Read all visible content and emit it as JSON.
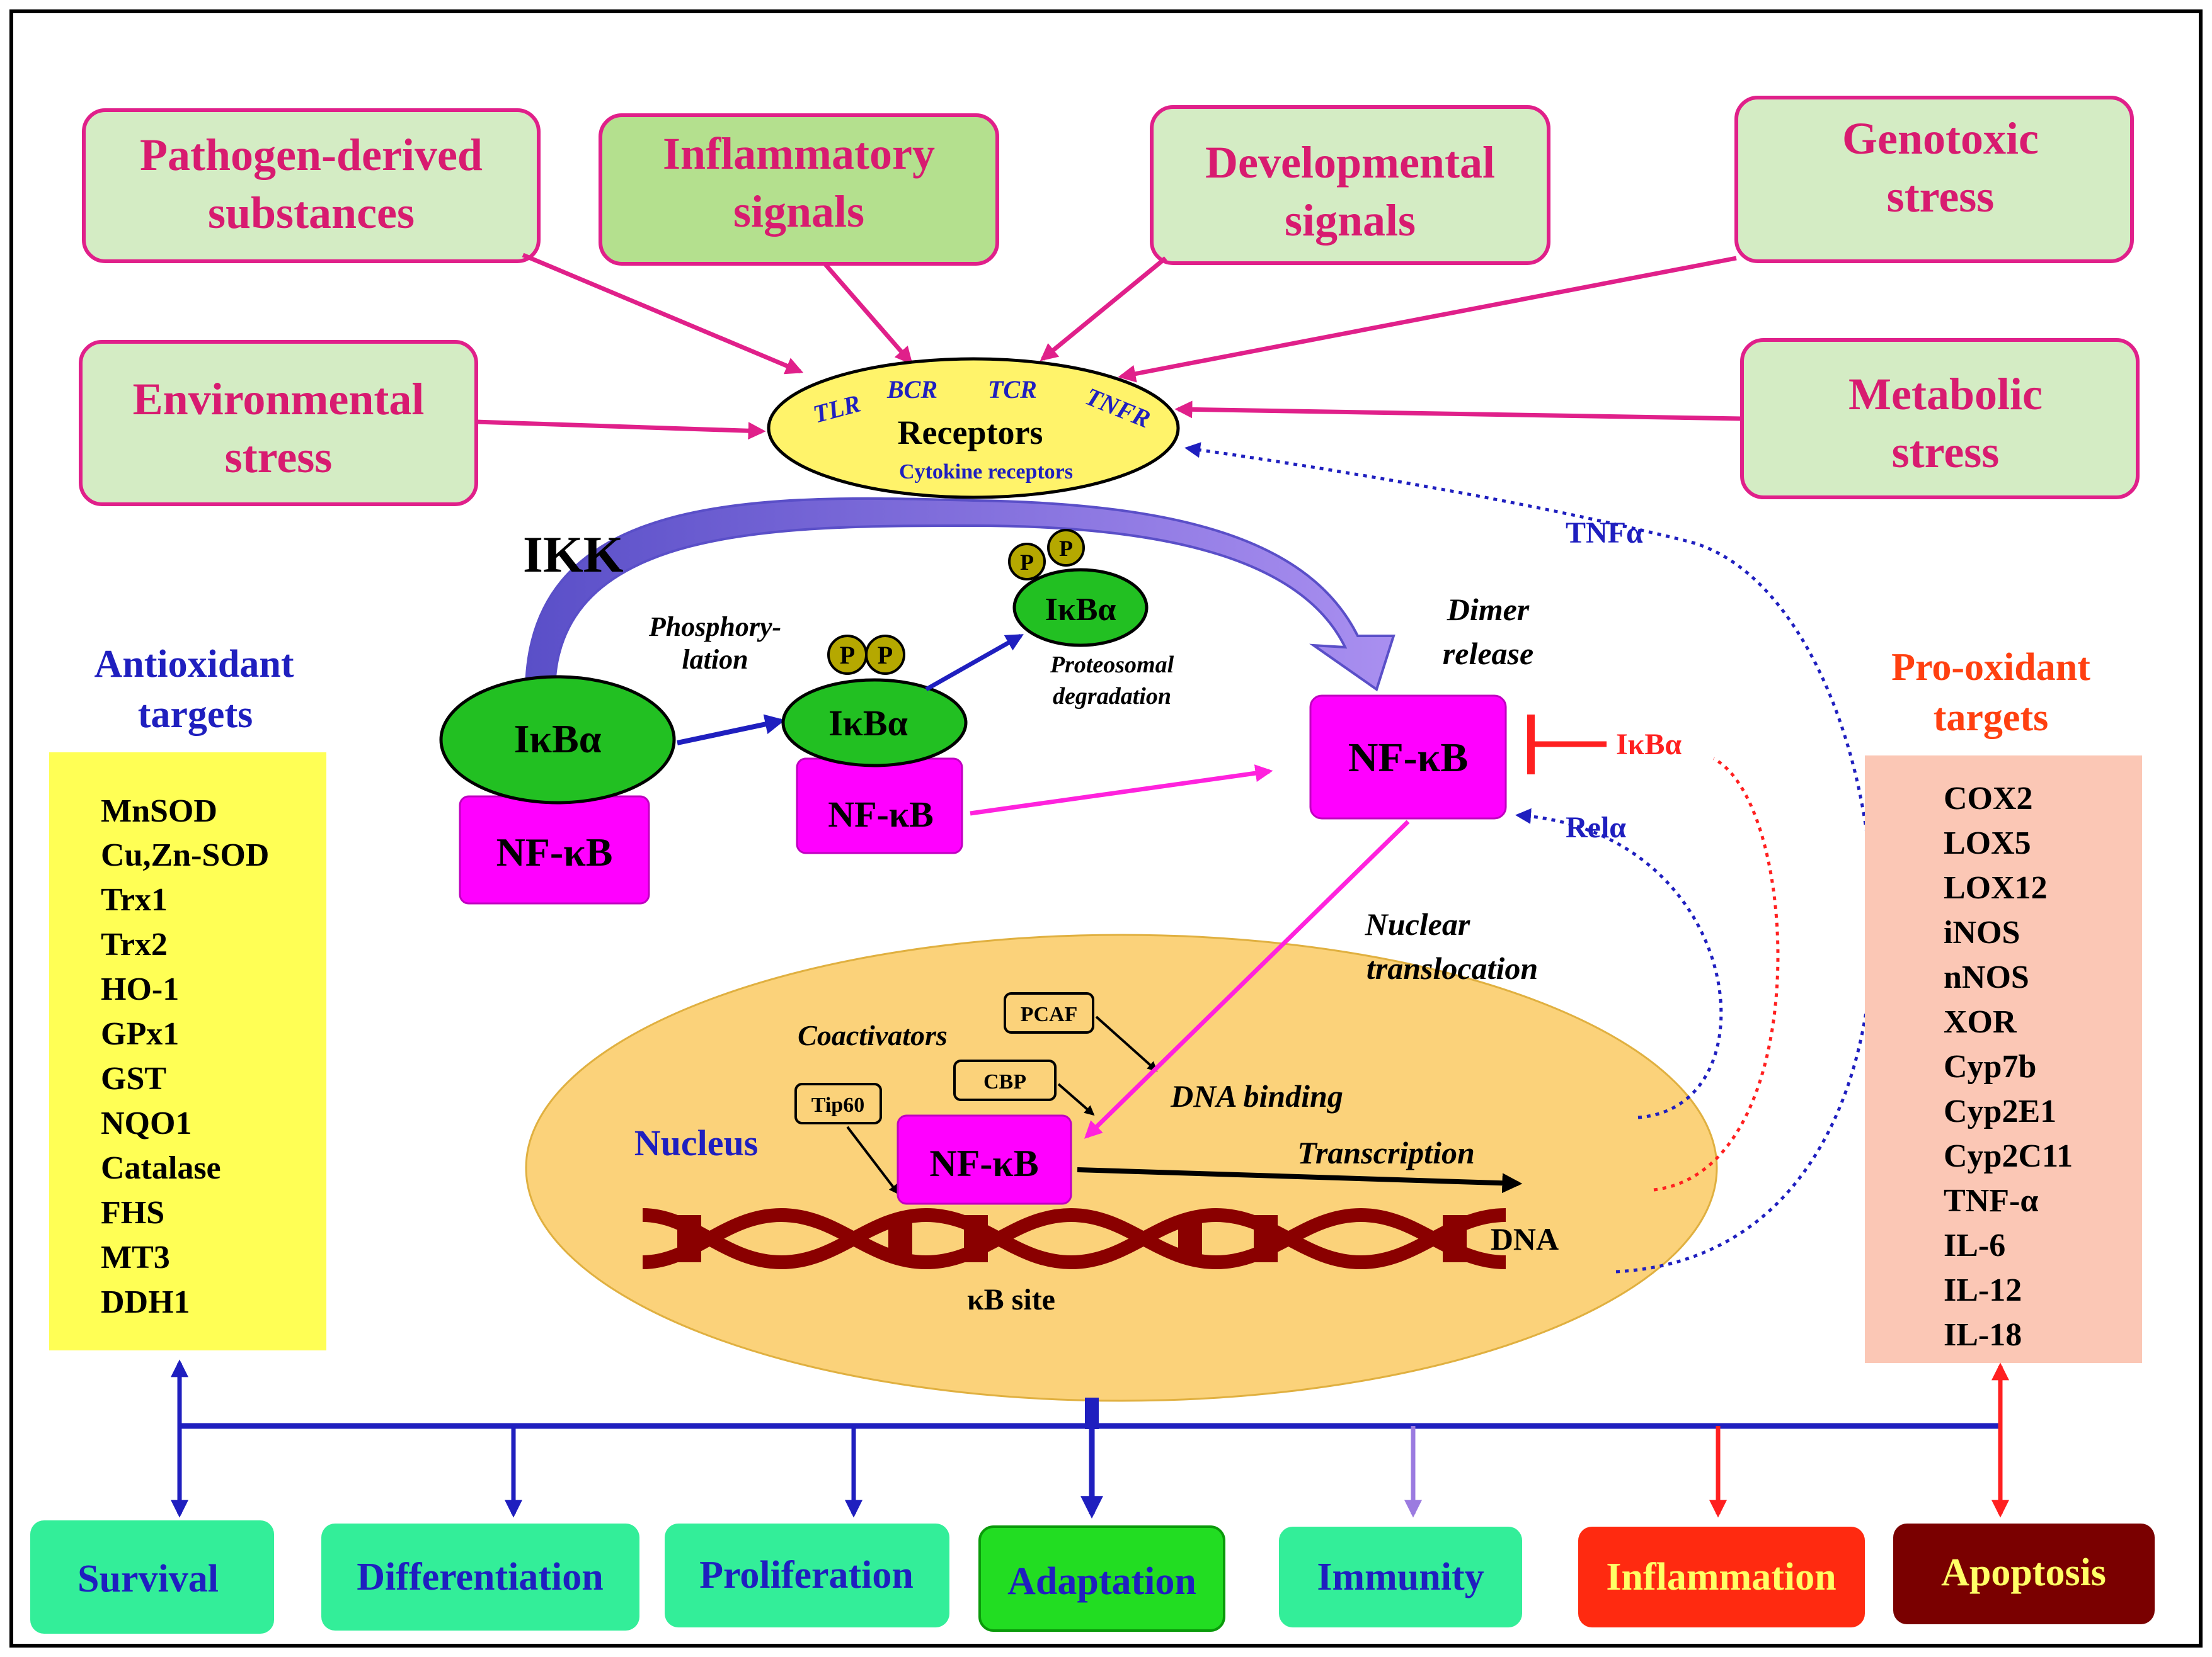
{
  "stimuli": {
    "pathogen": [
      "Pathogen-derived",
      "substances"
    ],
    "inflammatory": [
      "Inflammatory",
      "signals"
    ],
    "developmental": [
      "Developmental",
      "signals"
    ],
    "genotoxic": [
      "Genotoxic",
      "stress"
    ],
    "environmental": [
      "Environmental",
      "stress"
    ],
    "metabolic": [
      "Metabolic",
      "stress"
    ]
  },
  "receptors": {
    "title": "Receptors",
    "tlr": "TLR",
    "bcr": "BCR",
    "tcr": "TCR",
    "tnfr": "TNFR",
    "cytokine": "Cytokine receptors"
  },
  "pathway": {
    "ikk": "IKK",
    "phosphorylation": [
      "Phosphory-",
      "lation"
    ],
    "proteosomal": [
      "Proteosomal",
      "degradation"
    ],
    "dimer_release": [
      "Dimer",
      "release"
    ],
    "nuclear_translocation": [
      "Nuclear",
      "translocation"
    ],
    "coactivators": "Coactivators",
    "dna_binding": "DNA binding",
    "transcription": "Transcription",
    "nucleus": "Nucleus",
    "dna": "DNA",
    "kb_site": "κB site",
    "ikba": "IκBα",
    "nfkb": "NF-κB",
    "p": "P",
    "pcaf": "PCAF",
    "cbp": "CBP",
    "tip60": "Tip60"
  },
  "feedback": {
    "tnfa": "TNFα",
    "rela": "Relα",
    "ikba": "IκBα"
  },
  "antioxidant": {
    "title": [
      "Antioxidant",
      "targets"
    ],
    "items": [
      "MnSOD",
      "Cu,Zn-SOD",
      "Trx1",
      "Trx2",
      "HO-1",
      "GPx1",
      "GST",
      "NQO1",
      "Catalase",
      "FHS",
      "MT3",
      "DDH1"
    ]
  },
  "prooxidant": {
    "title": [
      "Pro-oxidant",
      "targets"
    ],
    "items": [
      "COX2",
      "LOX5",
      "LOX12",
      "iNOS",
      "nNOS",
      "XOR",
      "Cyp7b",
      "Cyp2E1",
      "Cyp2C11",
      "TNF-α",
      "IL-6",
      "IL-12",
      "IL-18"
    ]
  },
  "outcomes": [
    "Survival",
    "Differentiation",
    "Proliferation",
    "Adaptation",
    "Immunity",
    "Inflammation",
    "Apoptosis"
  ],
  "colors": {
    "stimulus_fill": "#d4ecc4",
    "stimulus_border": "#e0208a",
    "stimulus_text": "#d81b70",
    "nfkb_fill": "#ff00ff",
    "ikba_fill": "#22c022",
    "p_fill": "#b5a800",
    "receptor_fill": "#fff36a",
    "nucleus_fill": "#fbd27a",
    "dna": "#8a0000",
    "antioxidant_fill": "#ffff55",
    "prooxidant_fill": "#fbc7b5",
    "blue": "#1f1fbf",
    "red": "#ff2020",
    "magenta": "#ff00cc"
  }
}
